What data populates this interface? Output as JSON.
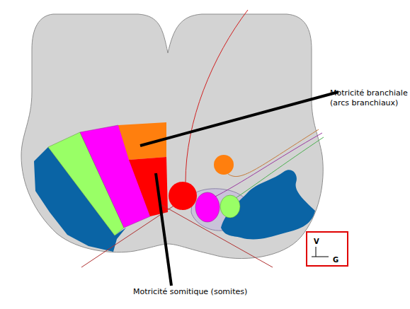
{
  "diagram": {
    "nodes": [
      {
        "text": [
          "V",
          "G"
        ]
      }
    ],
    "labels": [
      "Motricité branchiale (arcs branchiaux)",
      "Motricité somitique (somites)"
    ]
  }
}
